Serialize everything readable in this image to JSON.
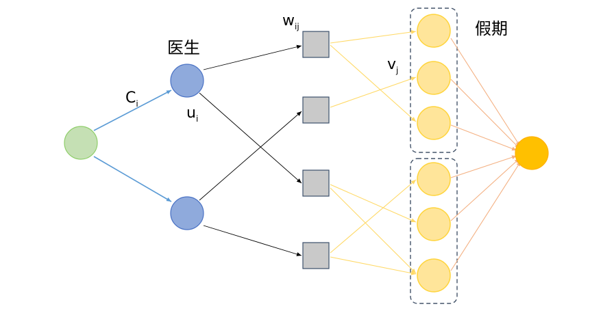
{
  "labels": {
    "doctor": "医生",
    "holiday": "假期",
    "c_main": "C",
    "c_sub": "i",
    "u_main": "u",
    "u_sub": "i",
    "w_main": "w",
    "w_sub": "ij",
    "v_main": "v",
    "v_sub": "j"
  },
  "nodes": {
    "source": {
      "kind": "source-circle",
      "color": "#c5e0b4",
      "stroke": "#8fce6a"
    },
    "doctors": {
      "count": 2,
      "color": "#8faadc",
      "stroke": "#4a72c4"
    },
    "shifts": {
      "count": 4,
      "color": "#c9c9c9",
      "stroke": "#3b4f6b"
    },
    "holiday_slots": {
      "groups": 2,
      "per_group": 3,
      "color": "#ffe59a",
      "stroke": "#ffd43b"
    },
    "sink": {
      "kind": "sink-circle",
      "color": "#ffc000",
      "stroke": "#ffb000"
    }
  },
  "edge_colors": {
    "source_to_doctor": "#5b9bd5",
    "doctor_to_shift": "#000000",
    "shift_to_holiday": "#ffd966",
    "holiday_to_sink": "#f4b183"
  },
  "group_box_color": "#44546a"
}
